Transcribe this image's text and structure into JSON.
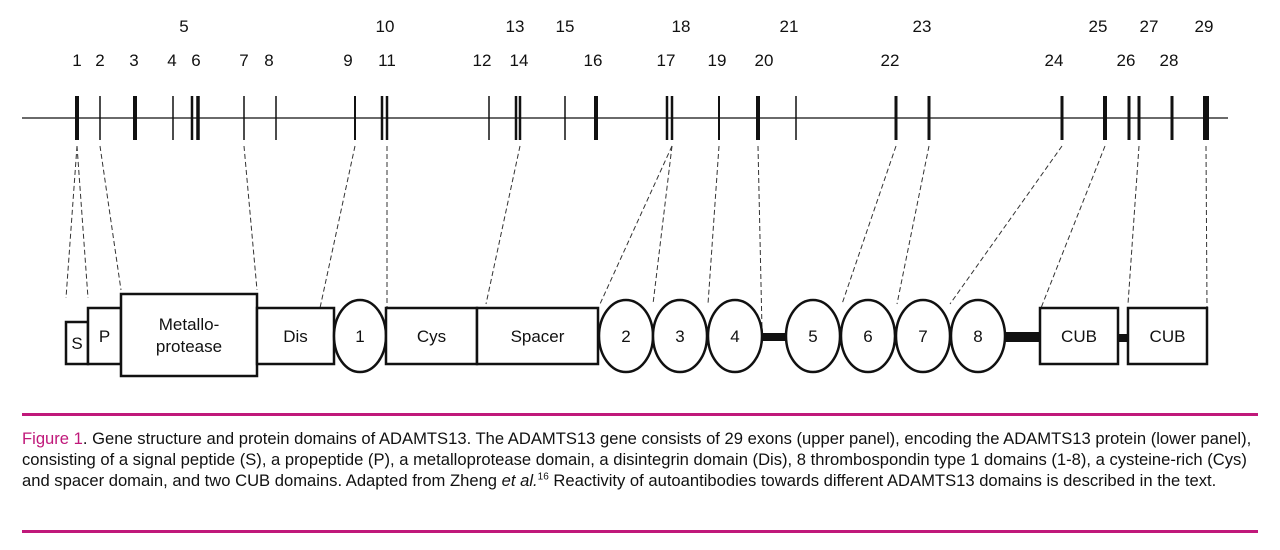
{
  "exons": [
    {
      "n": "1",
      "pos": 77,
      "w": 4
    },
    {
      "n": "2",
      "pos": 100,
      "w": 1.5
    },
    {
      "n": "3",
      "pos": 135,
      "w": 4
    },
    {
      "n": "4",
      "pos": 173,
      "w": 1.5
    },
    {
      "n": "5",
      "pos": 192,
      "w": 2.5
    },
    {
      "n": "6",
      "pos": 198,
      "w": 3.5
    },
    {
      "n": "7",
      "pos": 244,
      "w": 1.5
    },
    {
      "n": "8",
      "pos": 276,
      "w": 1.5
    },
    {
      "n": "9",
      "pos": 355,
      "w": 2
    },
    {
      "n": "10",
      "pos": 382,
      "w": 2.5
    },
    {
      "n": "11",
      "pos": 387,
      "w": 2.5
    },
    {
      "n": "12",
      "pos": 489,
      "w": 1.5
    },
    {
      "n": "13",
      "pos": 516,
      "w": 2.5
    },
    {
      "n": "14",
      "pos": 520,
      "w": 2.5
    },
    {
      "n": "15",
      "pos": 565,
      "w": 1.5
    },
    {
      "n": "16",
      "pos": 596,
      "w": 4
    },
    {
      "n": "17",
      "pos": 667,
      "w": 2.5
    },
    {
      "n": "18",
      "pos": 672,
      "w": 2.5
    },
    {
      "n": "19",
      "pos": 719,
      "w": 2
    },
    {
      "n": "20",
      "pos": 758,
      "w": 4
    },
    {
      "n": "21",
      "pos": 796,
      "w": 1.5
    },
    {
      "n": "22",
      "pos": 896,
      "w": 3
    },
    {
      "n": "23",
      "pos": 929,
      "w": 3
    },
    {
      "n": "24",
      "pos": 1062,
      "w": 3
    },
    {
      "n": "25",
      "pos": 1105,
      "w": 4
    },
    {
      "n": "26",
      "pos": 1129,
      "w": 3
    },
    {
      "n": "27",
      "pos": 1139,
      "w": 3
    },
    {
      "n": "28",
      "pos": 1172,
      "w": 3
    },
    {
      "n": "29",
      "pos": 1206,
      "w": 6
    }
  ],
  "domains": [
    {
      "label": "S",
      "shape": "rect",
      "name": "signal-peptide-domain"
    },
    {
      "label": "P",
      "shape": "rect",
      "name": "propeptide-domain"
    },
    {
      "label": "Metallo-\nprotease",
      "shape": "rect",
      "name": "metalloprotease-domain"
    },
    {
      "label": "Dis",
      "shape": "rect",
      "name": "disintegrin-domain"
    },
    {
      "label": "1",
      "shape": "oval",
      "name": "tsp1-domain-1"
    },
    {
      "label": "Cys",
      "shape": "rect",
      "name": "cysteine-rich-domain"
    },
    {
      "label": "Spacer",
      "shape": "rect",
      "name": "spacer-domain"
    },
    {
      "label": "2",
      "shape": "oval",
      "name": "tsp1-domain-2"
    },
    {
      "label": "3",
      "shape": "oval",
      "name": "tsp1-domain-3"
    },
    {
      "label": "4",
      "shape": "oval",
      "name": "tsp1-domain-4"
    },
    {
      "label": "",
      "shape": "linker",
      "name": "linker-segment-1"
    },
    {
      "label": "5",
      "shape": "oval",
      "name": "tsp1-domain-5"
    },
    {
      "label": "6",
      "shape": "oval",
      "name": "tsp1-domain-6"
    },
    {
      "label": "7",
      "shape": "oval",
      "name": "tsp1-domain-7"
    },
    {
      "label": "8",
      "shape": "oval",
      "name": "tsp1-domain-8"
    },
    {
      "label": "",
      "shape": "linker",
      "name": "linker-segment-2"
    },
    {
      "label": "CUB",
      "shape": "rect",
      "name": "cub-domain-1"
    },
    {
      "label": "",
      "shape": "linker",
      "name": "linker-segment-3"
    },
    {
      "label": "CUB",
      "shape": "rect",
      "name": "cub-domain-2"
    }
  ],
  "caption": {
    "figure_label": "Figure 1",
    "text_before": ". Gene structure and protein domains of ADAMTS13. The ADAMTS13 gene consists of 29 exons (upper panel), encoding the ADAMTS13 protein (lower panel), consisting of a signal peptide (S), a propeptide (P), a metalloprotease domain, a disintegrin domain (Dis), 8 thrombospondin type 1 domains (1-8), a cysteine-rich (Cys) and spacer domain, and two CUB domains. Adapted from Zheng ",
    "italic": "et al.",
    "ref": "16",
    "text_after": " Reactivity of autoantibodies towards different ADAMTS13 domains is described in the text."
  }
}
